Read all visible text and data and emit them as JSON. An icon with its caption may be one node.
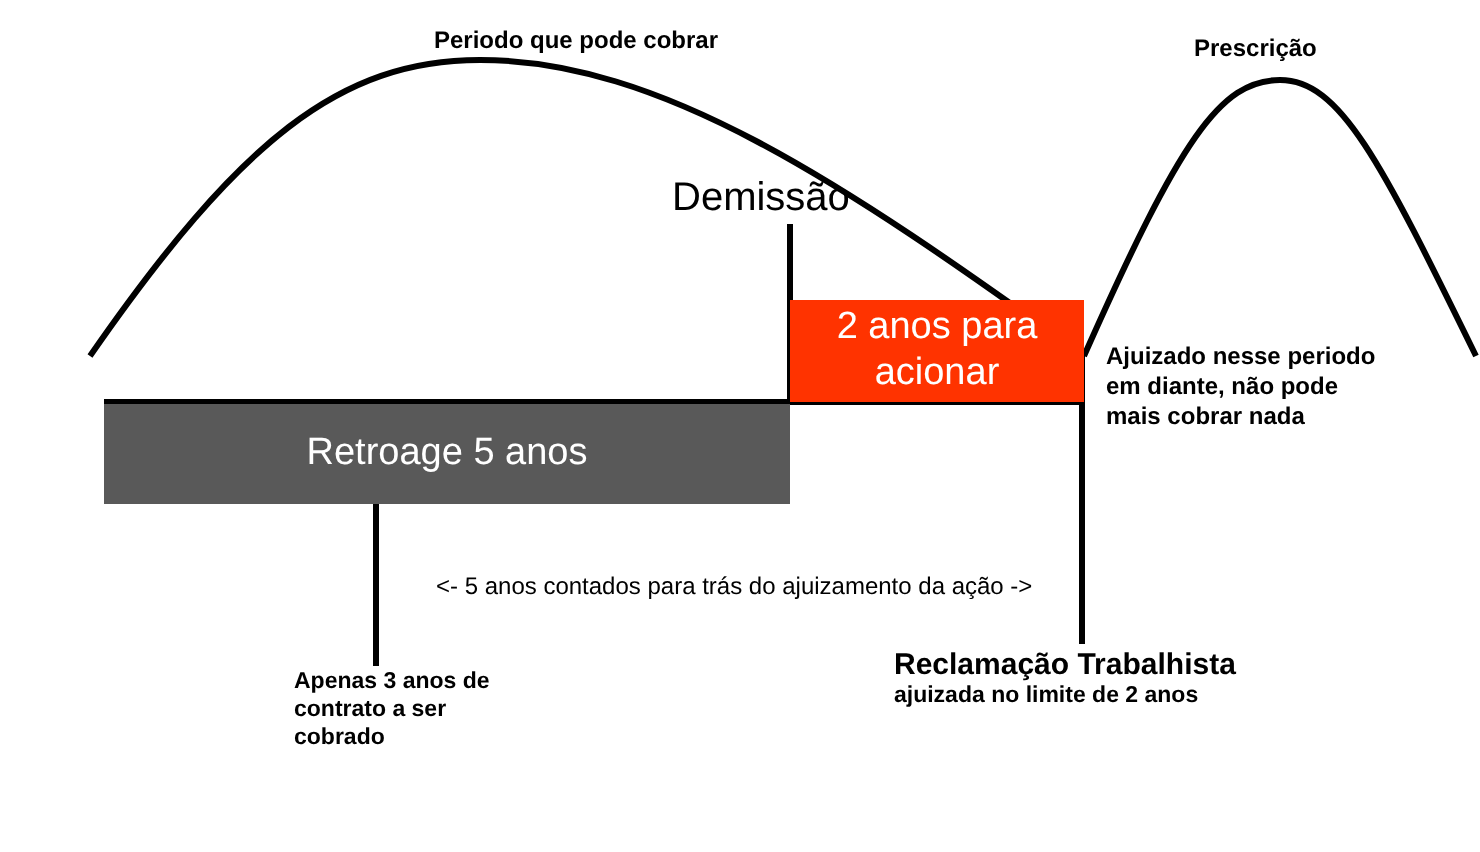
{
  "diagram": {
    "nodes": [
      {
        "text": [
          "Retroage 5 anos"
        ]
      },
      {
        "text": [
          "2 anos para acionar"
        ]
      },
      {
        "text": [
          "Demissão"
        ]
      },
      {
        "text": [
          "Apenas 3 anos de contrato a ser cobrado"
        ]
      },
      {
        "text": [
          "Reclamação Trabalhista",
          "ajuizada no limite de 2 anos"
        ]
      }
    ],
    "edges": [
      {
        "from": 2,
        "to": 1,
        "arrow": "none"
      },
      {
        "from": 3,
        "to": 0,
        "arrow": "none"
      },
      {
        "from": 4,
        "to": 1,
        "arrow": "none"
      }
    ],
    "labels": [
      "Periodo que pode cobrar",
      "Prescrição",
      "Ajuizado nesse periodo em diante, não pode mais cobrar nada",
      "<- 5 anos contados para trás do ajuizamento da ação ->"
    ]
  }
}
